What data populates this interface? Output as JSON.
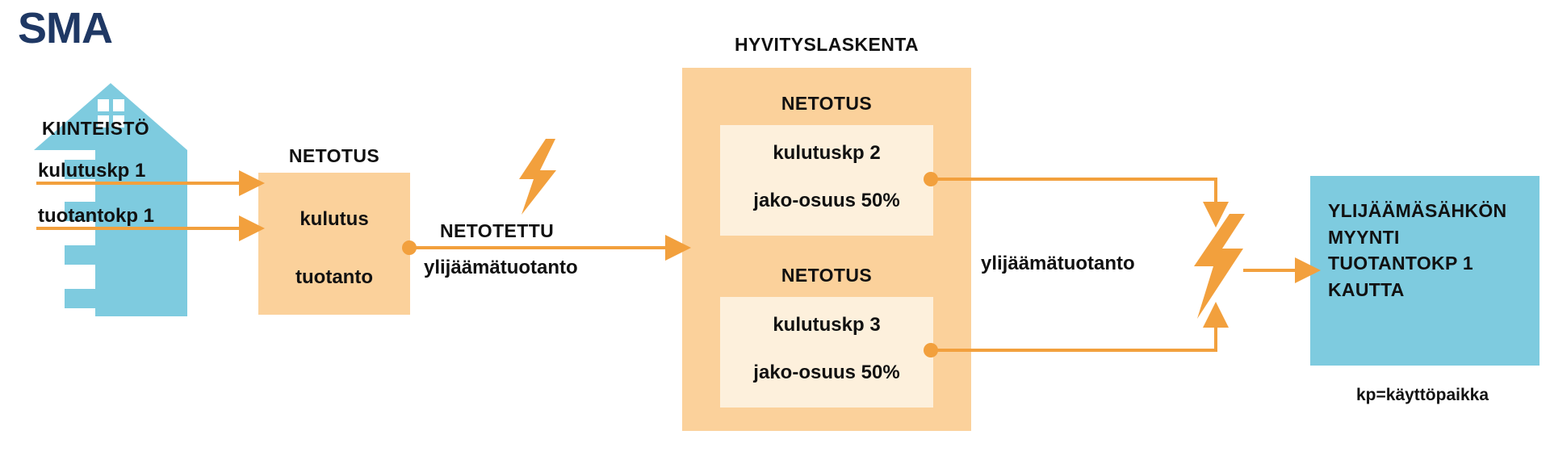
{
  "brand": {
    "name": "SMA",
    "color": "#1f3864"
  },
  "colors": {
    "blue": "#7ecbdf",
    "peach": "#fbd19b",
    "cream": "#fdf0dc",
    "orange": "#f2a03d",
    "navy": "#1f3864",
    "text": "#111111"
  },
  "property": {
    "title": "KIINTEISTÖ",
    "meters": [
      {
        "label": "kulutuskp 1"
      },
      {
        "label": "tuotantokp 1"
      }
    ]
  },
  "netting_local": {
    "title": "NETOTUS",
    "rows": [
      "kulutus",
      "tuotanto"
    ]
  },
  "flow_mid": {
    "title": "NETOTETTU",
    "subtitle": "ylijäämätuotanto",
    "icon": "lightning-bolt-icon"
  },
  "compensation": {
    "title": "HYVITYSLASKENTA",
    "groups": [
      {
        "title": "NETOTUS",
        "meter": "kulutuskp 2",
        "share": "jako-osuus 50%"
      },
      {
        "title": "NETOTUS",
        "meter": "kulutuskp 3",
        "share": "jako-osuus 50%"
      }
    ]
  },
  "flow_right": {
    "label": "ylijäämätuotanto",
    "icon": "lightning-bolt-icon"
  },
  "sale": {
    "text": "YLIJÄÄMÄSÄHKÖN MYYNTI TUOTANTOKP 1 KAUTTA"
  },
  "legend": {
    "text": "kp=käyttöpaikka"
  }
}
